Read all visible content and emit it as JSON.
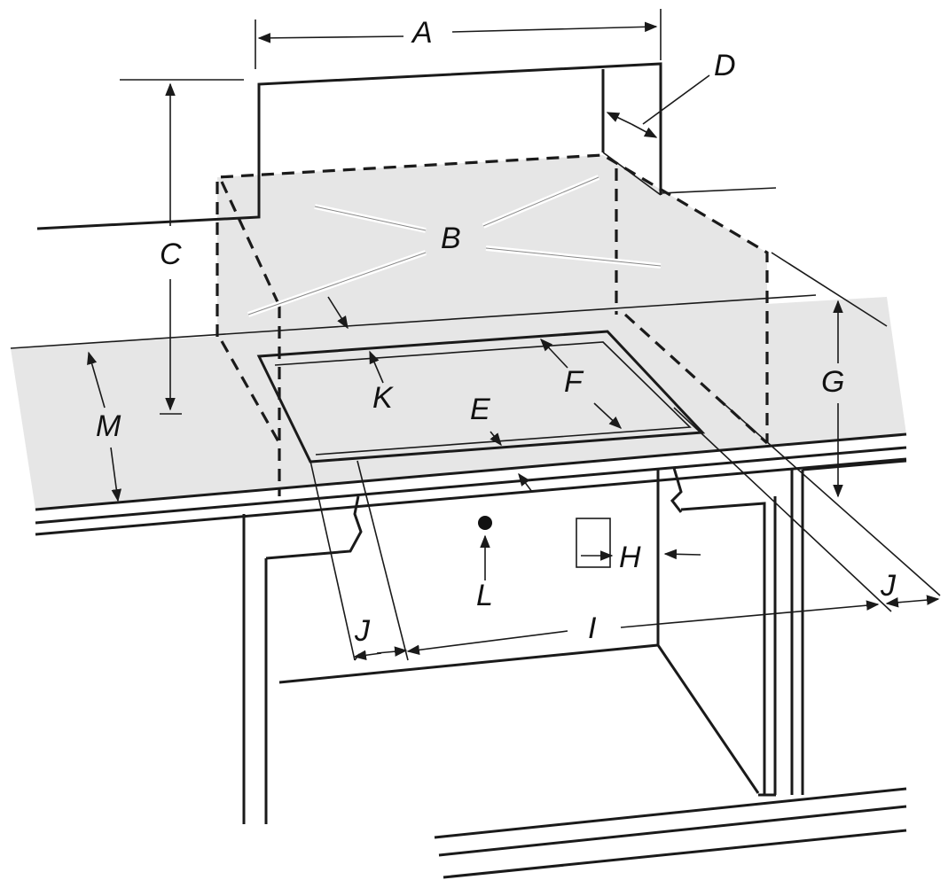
{
  "labels": {
    "A": "A",
    "B": "B",
    "C": "C",
    "D": "D",
    "E": "E",
    "F": "F",
    "G": "G",
    "H": "H",
    "I": "I",
    "J_left": "J",
    "J_right": "J",
    "K": "K",
    "L": "L",
    "M": "M"
  },
  "colors": {
    "line": "#1a1a1a",
    "countertop_shade": "#e6e6e6",
    "cabinet_shade": "#dcdcdc",
    "background": "#ffffff"
  }
}
